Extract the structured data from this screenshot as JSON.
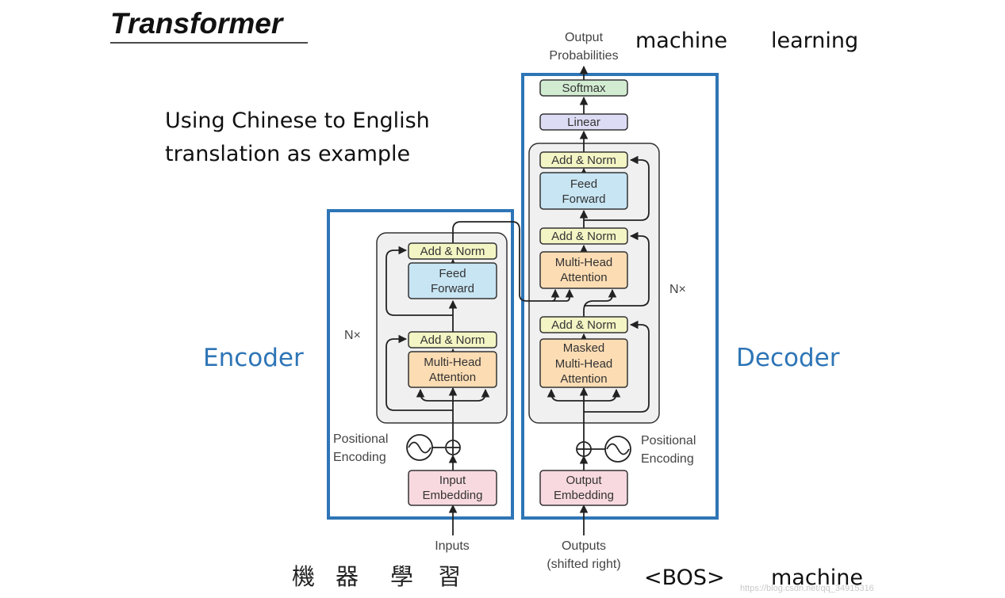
{
  "title": "Transformer",
  "subtitle": {
    "line1": "Using Chinese to English",
    "line2": "translation as example"
  },
  "encoder": {
    "label": "Encoder",
    "nx": "N×",
    "blocks": {
      "ff_add_norm": "Add & Norm",
      "feed_forward": [
        "Feed",
        "Forward"
      ],
      "attn_add_norm": "Add & Norm",
      "multi_head": [
        "Multi-Head",
        "Attention"
      ],
      "input_embedding": [
        "Input",
        "Embedding"
      ]
    },
    "positional_encoding": [
      "Positional",
      "Encoding"
    ],
    "inputs_label": "Inputs",
    "input_tokens": [
      "機",
      "器",
      "學",
      "習"
    ]
  },
  "decoder": {
    "label": "Decoder",
    "nx": "N×",
    "blocks": {
      "softmax": "Softmax",
      "linear": "Linear",
      "ff_add_norm": "Add & Norm",
      "feed_forward": [
        "Feed",
        "Forward"
      ],
      "cross_add_norm": "Add & Norm",
      "multi_head": [
        "Multi-Head",
        "Attention"
      ],
      "masked_add_norm": "Add & Norm",
      "masked_multi_head": [
        "Masked",
        "Multi-Head",
        "Attention"
      ],
      "output_embedding": [
        "Output",
        "Embedding"
      ]
    },
    "positional_encoding": [
      "Positional",
      "Encoding"
    ],
    "output_probabilities": [
      "Output",
      "Probabilities"
    ],
    "outputs_label": [
      "Outputs",
      "(shifted right)"
    ],
    "output_tokens": [
      "machine",
      "learning"
    ],
    "shifted_tokens": [
      "<BOS>",
      "machine"
    ]
  },
  "watermark": "https://blog.csdn.net/qq_34915316",
  "colors": {
    "frame_blue": "#2e75b6",
    "add_norm": "#f3f5c4",
    "feed_forward": "#c7e5f3",
    "attention": "#fcdcb3",
    "embedding": "#f8d9df",
    "linear": "#dcdcf4",
    "softmax": "#d2ecd2",
    "stack_bg": "#f0f0f0"
  }
}
